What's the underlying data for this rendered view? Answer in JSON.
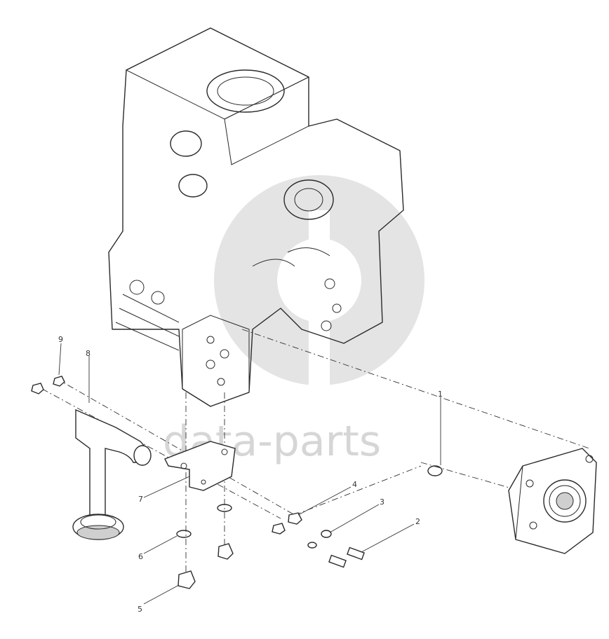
{
  "watermark": {
    "text": "data-parts",
    "color": "#d6d6d6"
  },
  "callouts": [
    {
      "id": "1",
      "label": "1"
    },
    {
      "id": "2",
      "label": "2"
    },
    {
      "id": "3",
      "label": "3"
    },
    {
      "id": "4",
      "label": "4"
    },
    {
      "id": "5",
      "label": "5"
    },
    {
      "id": "6",
      "label": "6"
    },
    {
      "id": "7",
      "label": "7"
    },
    {
      "id": "8",
      "label": "8"
    },
    {
      "id": "9",
      "label": "9"
    }
  ],
  "parts": [
    "engine-block",
    "oil-pump",
    "pickup-tube",
    "bracket",
    "nuts",
    "washers",
    "bolts",
    "o-ring"
  ]
}
